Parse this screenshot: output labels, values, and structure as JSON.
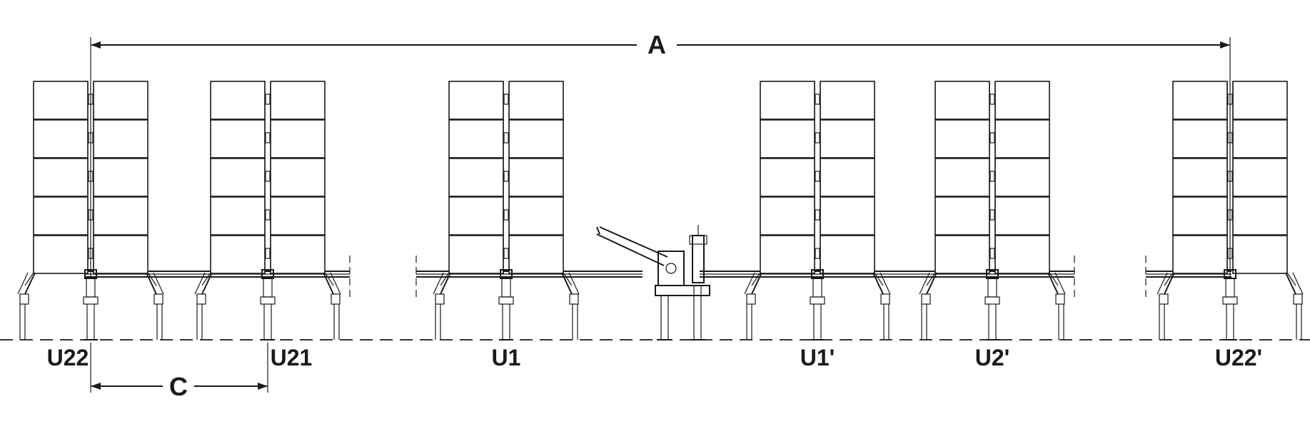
{
  "dimensions": {
    "overall_label": "A",
    "spacing_label": "C"
  },
  "units": [
    {
      "label": "U22"
    },
    {
      "label": "U21"
    },
    {
      "label": "U1"
    },
    {
      "label": "U1'"
    },
    {
      "label": "U2'"
    },
    {
      "label": "U22'"
    }
  ],
  "colors": {
    "line": "#1a1a1a",
    "background": "#ffffff"
  }
}
